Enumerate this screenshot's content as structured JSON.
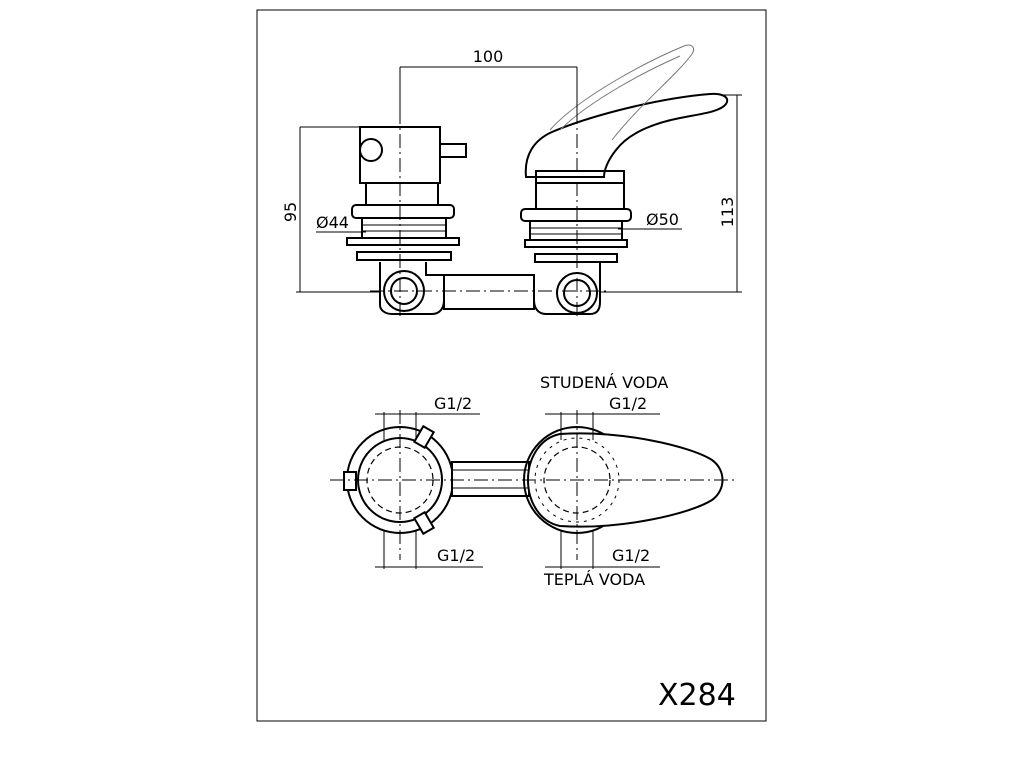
{
  "dimensions": {
    "spacing": "100",
    "height_left": "95",
    "height_right": "113",
    "dia_left": "Ø44",
    "dia_right": "Ø50"
  },
  "plan": {
    "cold_water": "STUDENÁ VODA",
    "hot_water": "TEPLÁ VODA",
    "thread_top_left": "G1/2",
    "thread_top_right": "G1/2",
    "thread_bottom_left": "G1/2",
    "thread_bottom_right": "G1/2"
  },
  "model_code": "X284",
  "colors": {
    "line": "#000000",
    "background": "#ffffff",
    "frame": "#000000"
  }
}
